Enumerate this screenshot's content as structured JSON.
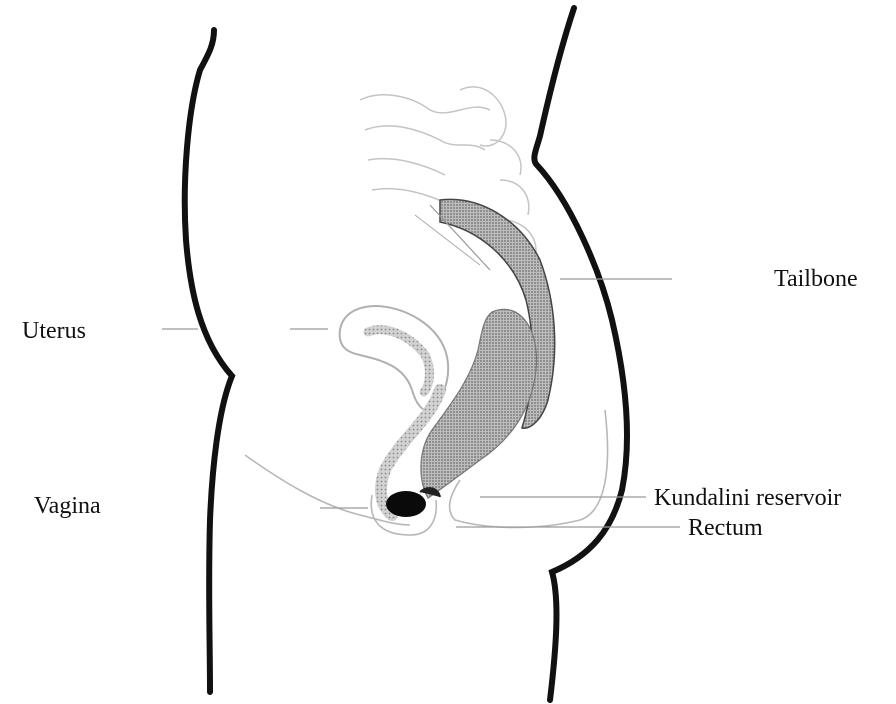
{
  "labels": {
    "tailbone": "Tailbone",
    "uterus": "Uterus",
    "vagina": "Vagina",
    "kundalini_reservoir": "Kundalini reservoir",
    "rectum": "Rectum"
  },
  "colors": {
    "ink": "#111111",
    "leader": "#9a9a9a",
    "organ_outline": "#b8b8b8",
    "rectum_fill": "#8c8c8c",
    "uterus_fill": "#a8a8a8",
    "reservoir_fill": "#0a0a0a"
  }
}
